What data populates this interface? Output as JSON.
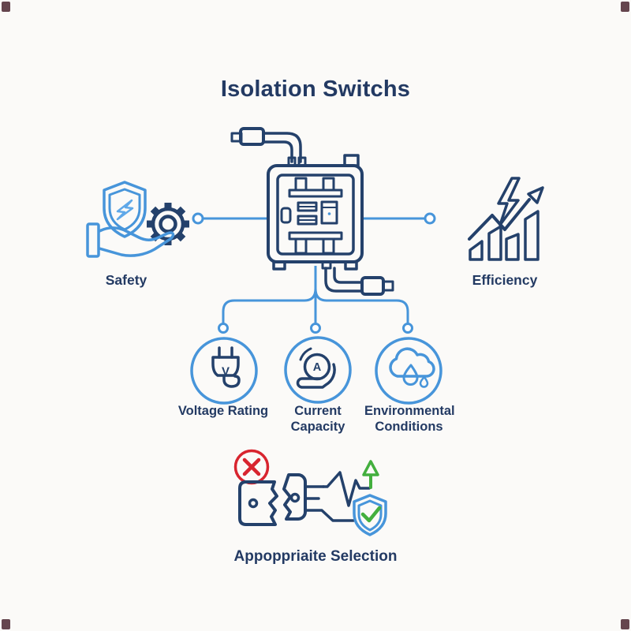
{
  "title": "Isolation Switchs",
  "colors": {
    "bg": "#fbfaf8",
    "text": "#233a63",
    "navy": "#24416b",
    "blue": "#4795da",
    "blue2": "#5fa8e8",
    "red": "#d8252f",
    "green": "#43af3e"
  },
  "diagram": {
    "center": {
      "name": "isolation switch box",
      "icon": "switch-box-icon"
    },
    "left": {
      "label": "Safety",
      "icons": [
        "shield-lightning-icon",
        "gear-icon",
        "hand-icon"
      ]
    },
    "right": {
      "label": "Efficiency",
      "icons": [
        "lightning-bolt-icon",
        "growth-chart-icon"
      ]
    },
    "factors": [
      {
        "label": "Voltage Rating",
        "icon": "power-plug-icon",
        "symbol": "V"
      },
      {
        "label": "Current Capacity",
        "icon": "ampere-gauge-icon",
        "symbol": "A"
      },
      {
        "label": "Environmental Conditions",
        "icon": "rain-cloud-icon"
      }
    ],
    "bottom": {
      "label": "Appoppriaite Selection",
      "icons": [
        "error-cross-icon",
        "broken-connector-icon",
        "surge-line-icon",
        "up-arrow-icon",
        "shield-check-icon"
      ]
    }
  }
}
